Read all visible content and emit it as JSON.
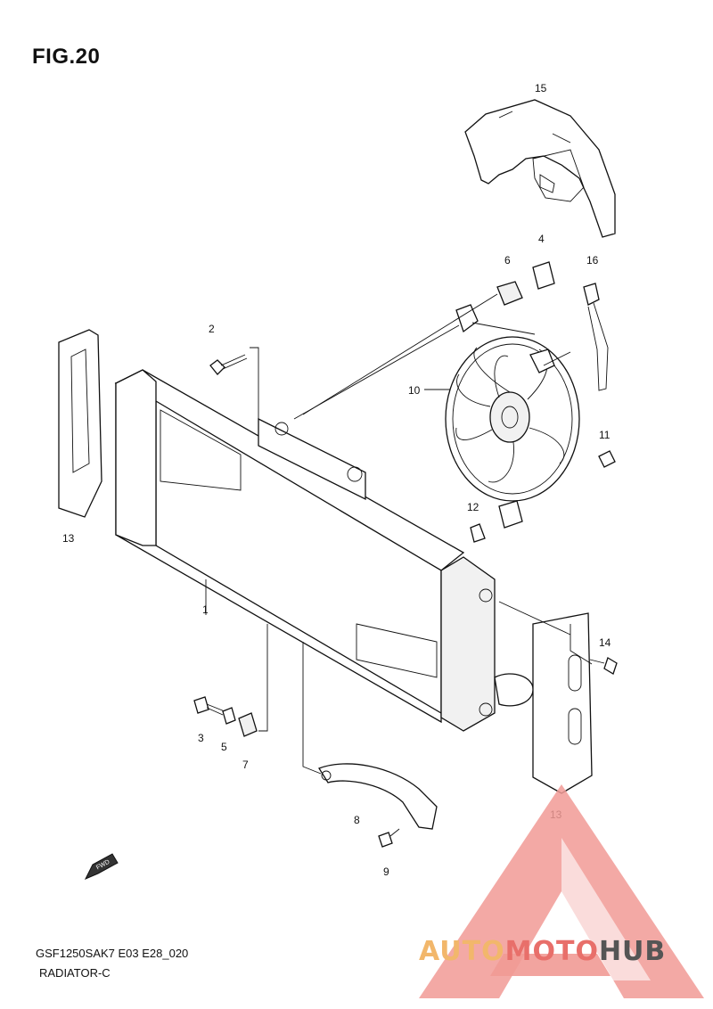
{
  "figure": {
    "title": "FIG.20",
    "model_code": "GSF1250SAK7 E03 E28_020",
    "section_name": "RADIATOR-C",
    "fwd_label": "FWD"
  },
  "callouts": [
    {
      "id": "c1",
      "label": "1"
    },
    {
      "id": "c2",
      "label": "2"
    },
    {
      "id": "c3",
      "label": "3"
    },
    {
      "id": "c4",
      "label": "4"
    },
    {
      "id": "c5",
      "label": "5"
    },
    {
      "id": "c6",
      "label": "6"
    },
    {
      "id": "c7",
      "label": "7"
    },
    {
      "id": "c8",
      "label": "8"
    },
    {
      "id": "c9",
      "label": "9"
    },
    {
      "id": "c10",
      "label": "10"
    },
    {
      "id": "c11",
      "label": "11"
    },
    {
      "id": "c12",
      "label": "12"
    },
    {
      "id": "c13a",
      "label": "13"
    },
    {
      "id": "c13b",
      "label": "13"
    },
    {
      "id": "c14",
      "label": "14"
    },
    {
      "id": "c15",
      "label": "15"
    },
    {
      "id": "c16",
      "label": "16"
    }
  ],
  "watermark": {
    "part1": "AUTO",
    "part2": "MOTO",
    "part3": "HUB",
    "triangle_color": "#f19a95",
    "accent_orange": "#f2b76b"
  }
}
